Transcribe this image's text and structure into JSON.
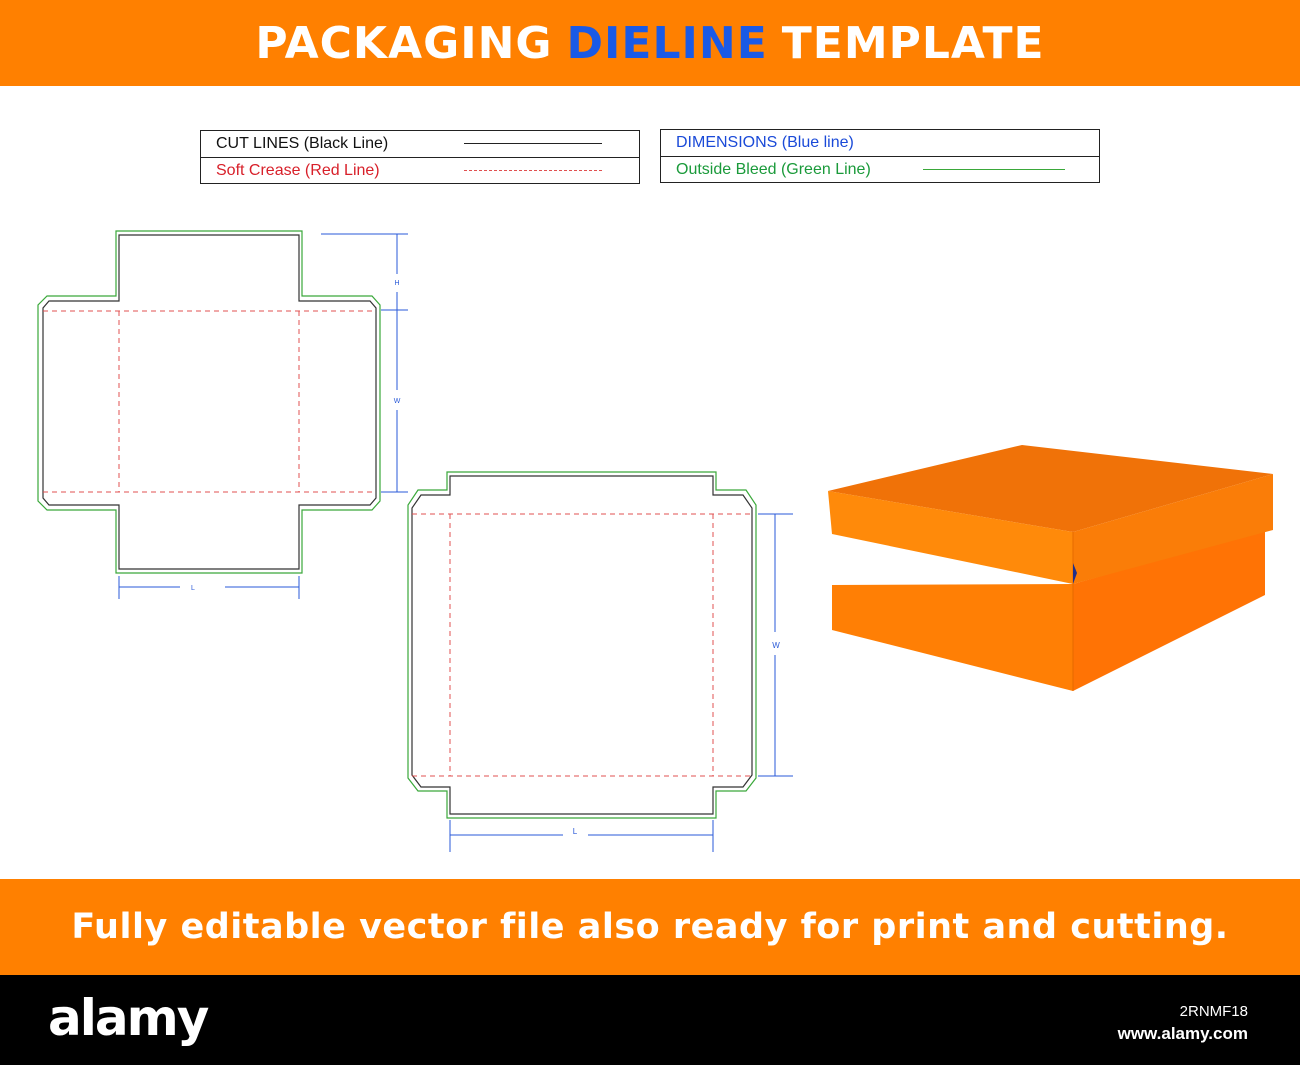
{
  "header": {
    "title_part1": "PACKAGING",
    "title_accent": "DIELINE",
    "title_part2": "TEMPLATE"
  },
  "legend": {
    "cut_lines": "CUT LINES (Black Line)",
    "soft_crease": "Soft Crease (Red Line)",
    "dimensions": "DIMENSIONS (Blue line)",
    "outside_bleed": "Outside Bleed (Green Line)"
  },
  "dieline_1": {
    "height_label": "H",
    "width_label": "W",
    "length_label": "L"
  },
  "dieline_2": {
    "width_label": "W",
    "length_label": "L"
  },
  "footer_banner": {
    "text": "Fully editable vector file also ready for print and cutting."
  },
  "watermark": {
    "brand": "alamy",
    "image_id": "2RNMF18",
    "site": "www.alamy.com"
  },
  "colors": {
    "banner": "#ff8000",
    "accent_blue": "#1a5ae6",
    "cut_line": "#222222",
    "crease_line": "#e05050",
    "dimension_line": "#2a5ad8",
    "bleed_line": "#3aa83a",
    "box_top": "#f07208",
    "box_lid_front": "#ff8a0a",
    "box_front": "#ff7a05"
  }
}
